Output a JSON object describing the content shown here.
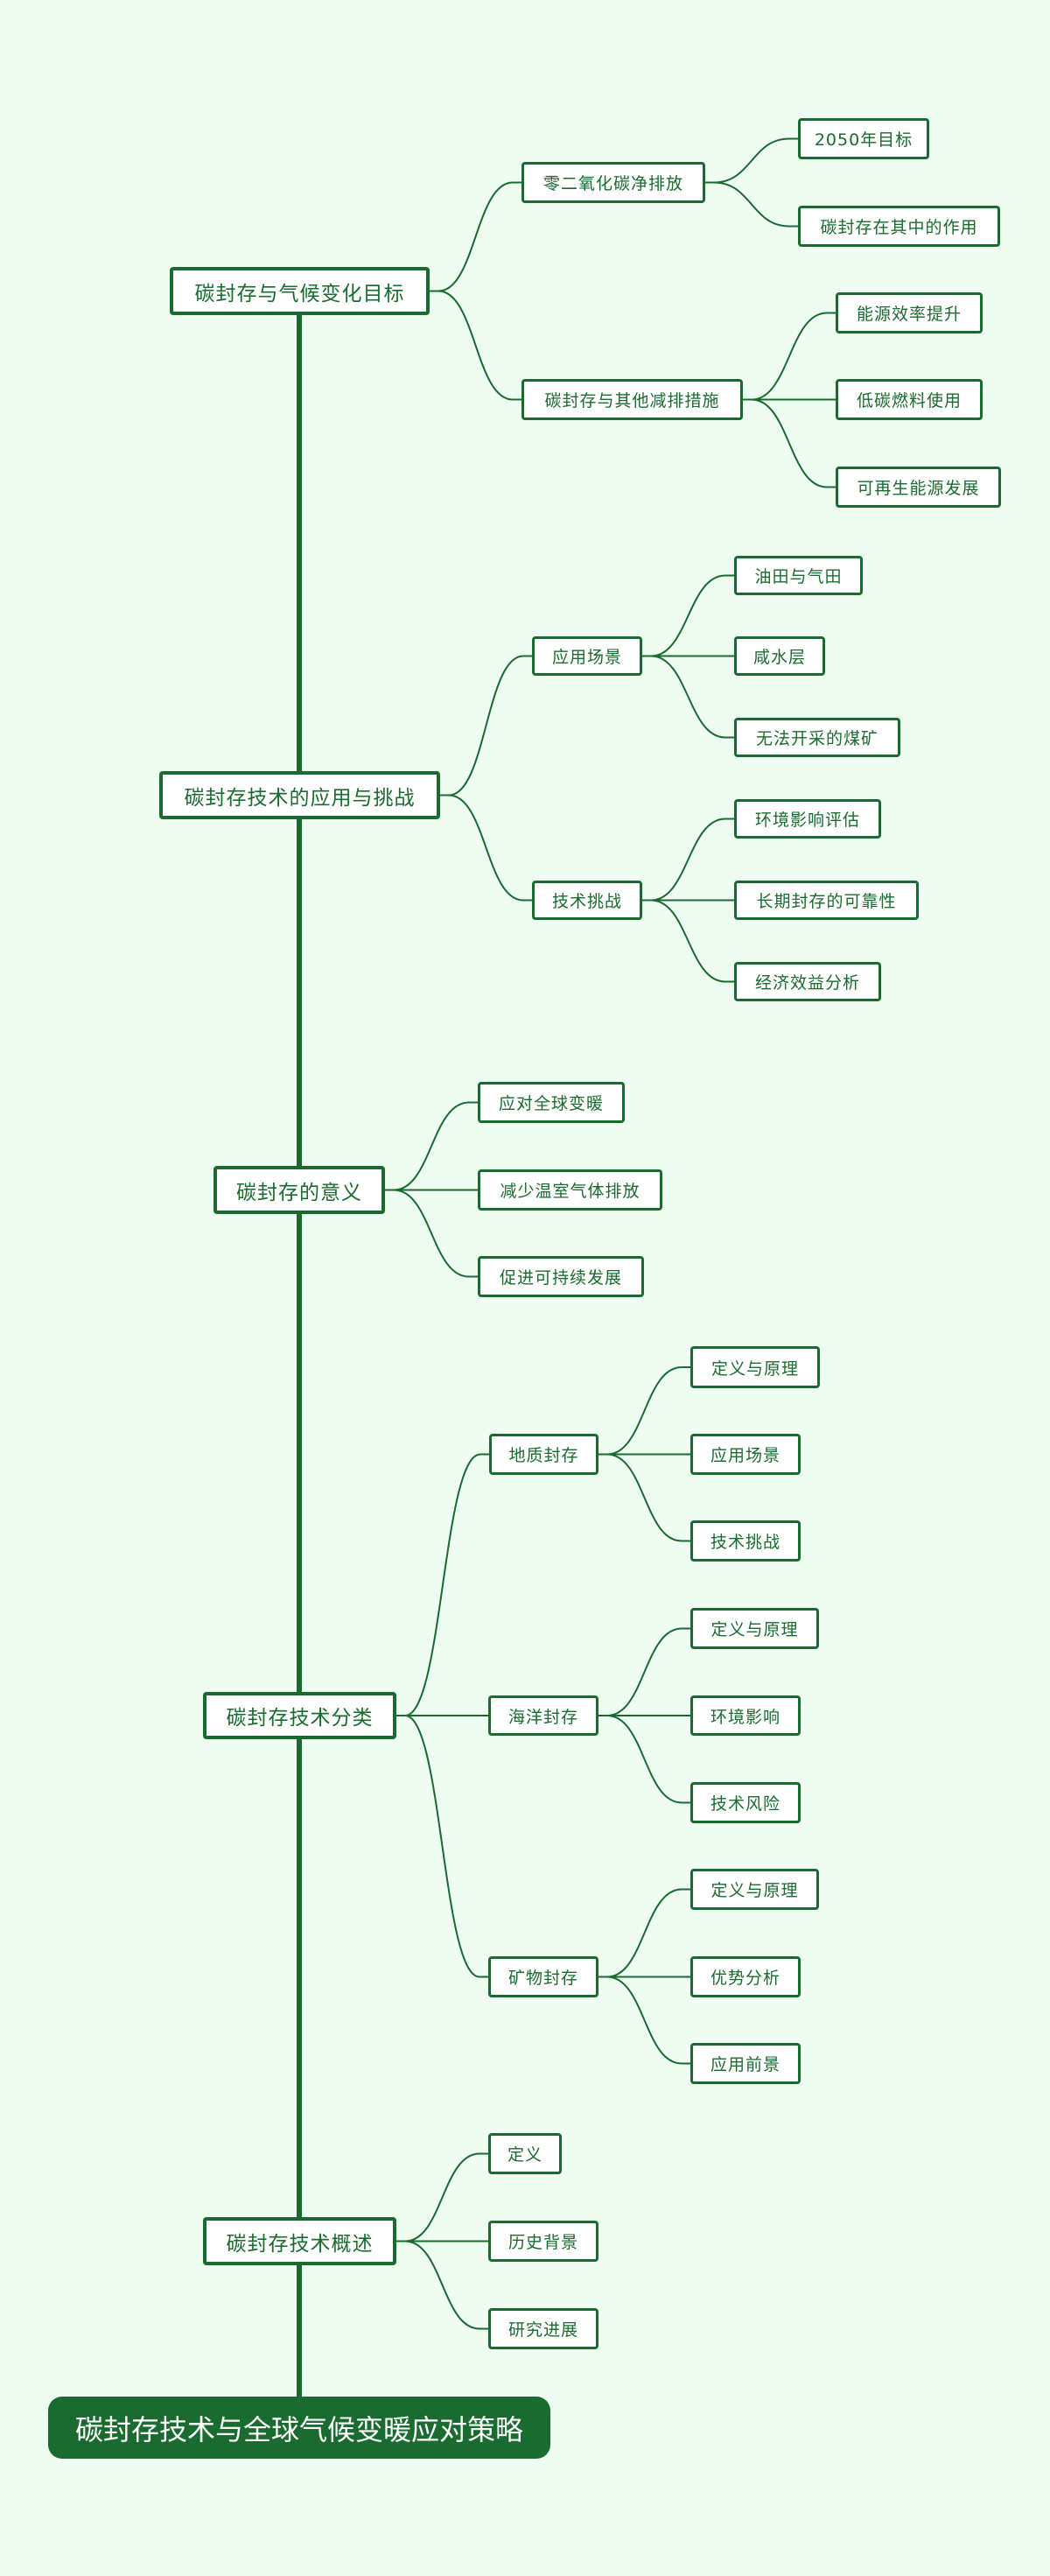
{
  "title": "碳封存技术与全球气候变暖应对策略",
  "colors": {
    "background": "#effcf1",
    "accent": "#1a6b2f",
    "node_fill": "#ffffff"
  },
  "branches": [
    {
      "label": "碳封存与气候变化目标",
      "children": [
        {
          "label": "零二氧化碳净排放",
          "children": [
            {
              "label": "2050年目标"
            },
            {
              "label": "碳封存在其中的作用"
            }
          ]
        },
        {
          "label": "碳封存与其他减排措施",
          "children": [
            {
              "label": "能源效率提升"
            },
            {
              "label": "低碳燃料使用"
            },
            {
              "label": "可再生能源发展"
            }
          ]
        }
      ]
    },
    {
      "label": "碳封存技术的应用与挑战",
      "children": [
        {
          "label": "应用场景",
          "children": [
            {
              "label": "油田与气田"
            },
            {
              "label": "咸水层"
            },
            {
              "label": "无法开采的煤矿"
            }
          ]
        },
        {
          "label": "技术挑战",
          "children": [
            {
              "label": "环境影响评估"
            },
            {
              "label": "长期封存的可靠性"
            },
            {
              "label": "经济效益分析"
            }
          ]
        }
      ]
    },
    {
      "label": "碳封存的意义",
      "children": [
        {
          "label": "应对全球变暖"
        },
        {
          "label": "减少温室气体排放"
        },
        {
          "label": "促进可持续发展"
        }
      ]
    },
    {
      "label": "碳封存技术分类",
      "children": [
        {
          "label": "地质封存",
          "children": [
            {
              "label": "定义与原理"
            },
            {
              "label": "应用场景"
            },
            {
              "label": "技术挑战"
            }
          ]
        },
        {
          "label": "海洋封存",
          "children": [
            {
              "label": "定义与原理"
            },
            {
              "label": "环境影响"
            },
            {
              "label": "技术风险"
            }
          ]
        },
        {
          "label": "矿物封存",
          "children": [
            {
              "label": "定义与原理"
            },
            {
              "label": "优势分析"
            },
            {
              "label": "应用前景"
            }
          ]
        }
      ]
    },
    {
      "label": "碳封存技术概述",
      "children": [
        {
          "label": "定义"
        },
        {
          "label": "历史背景"
        },
        {
          "label": "研究进展"
        }
      ]
    }
  ]
}
